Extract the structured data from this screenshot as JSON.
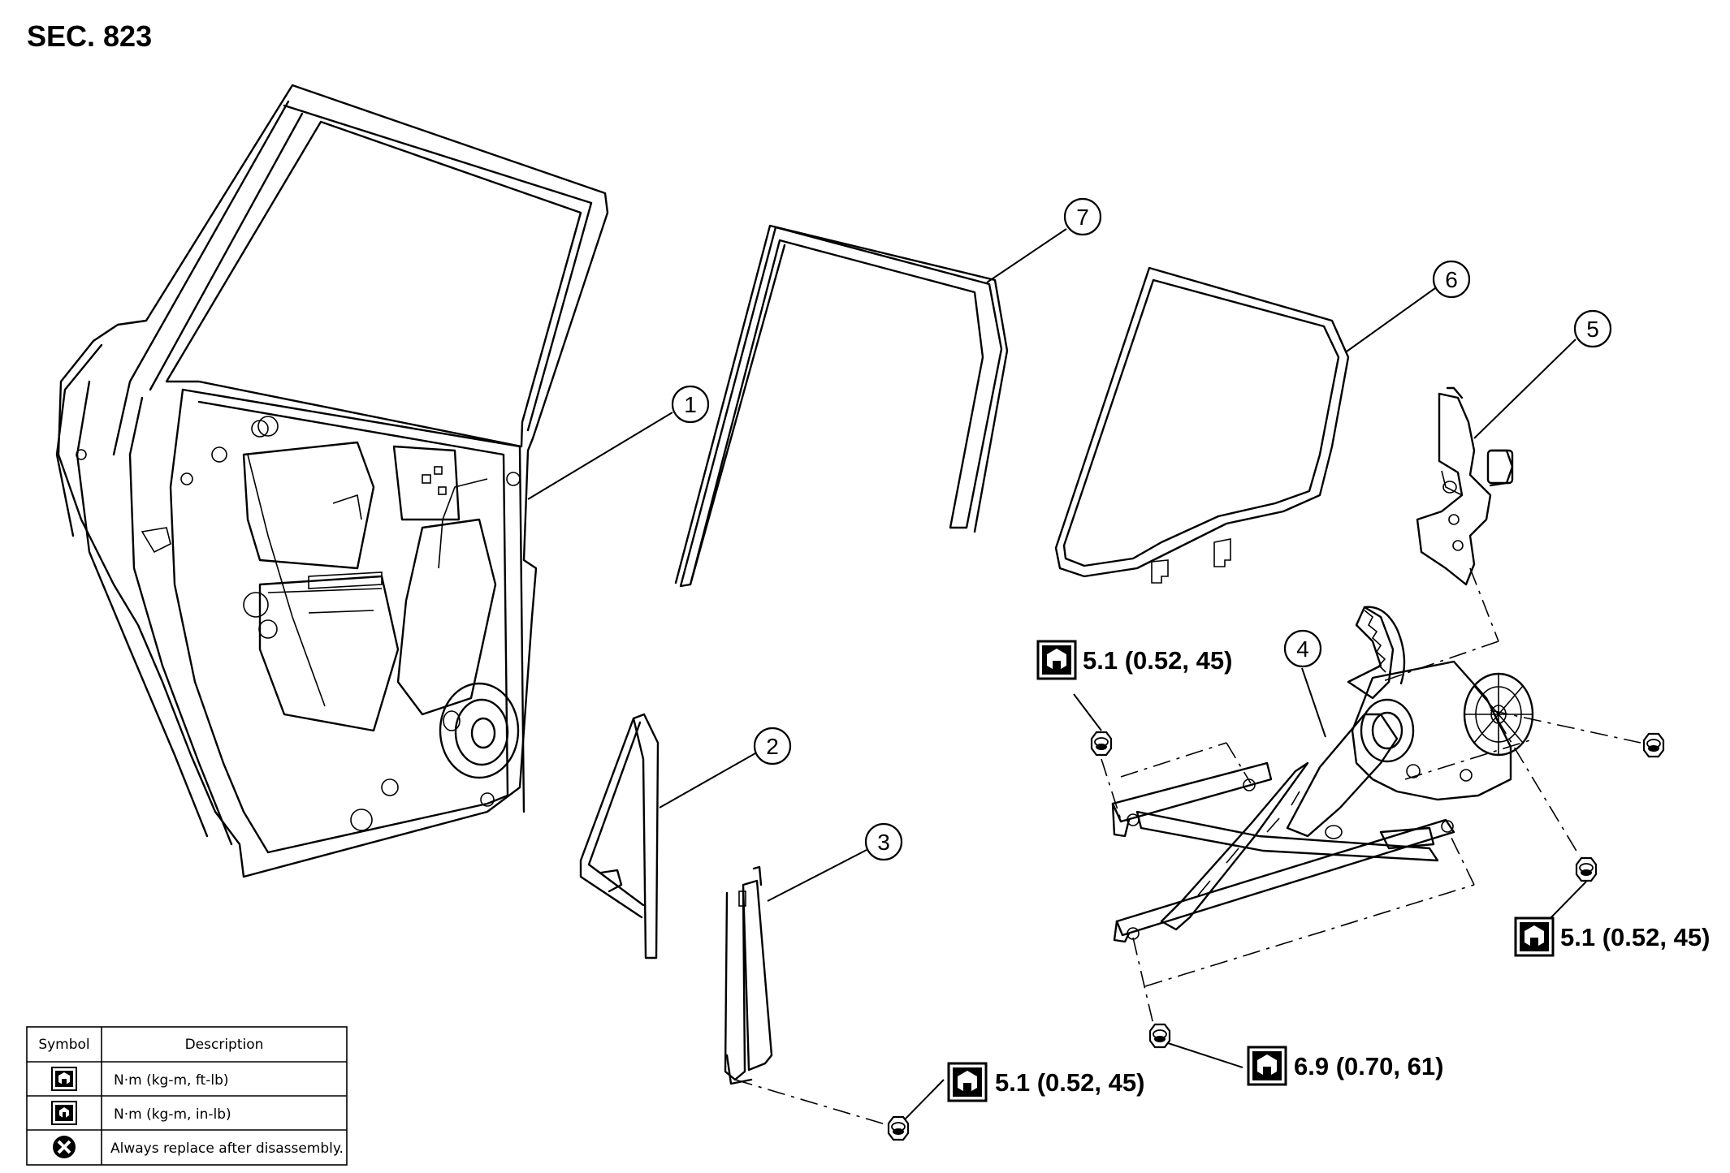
{
  "section_label": "SEC. 823",
  "callouts": [
    {
      "id": "1",
      "label": "1"
    },
    {
      "id": "2",
      "label": "2"
    },
    {
      "id": "3",
      "label": "3"
    },
    {
      "id": "4",
      "label": "4"
    },
    {
      "id": "5",
      "label": "5"
    },
    {
      "id": "6",
      "label": "6"
    },
    {
      "id": "7",
      "label": "7"
    }
  ],
  "torque_specs": [
    {
      "label": "5.1 (0.52, 45)",
      "symbol": "torque-ft-lb"
    },
    {
      "label": "5.1 (0.52, 45)",
      "symbol": "torque-ft-lb"
    },
    {
      "label": "6.9 (0.70, 61)",
      "symbol": "torque-ft-lb"
    },
    {
      "label": "5.1 (0.52, 45)",
      "symbol": "torque-ft-lb"
    }
  ],
  "legend": {
    "header_symbol": "Symbol",
    "header_description": "Description",
    "rows": [
      {
        "symbol": "torque-ft-lb-icon",
        "description": "N·m (kg-m, ft-lb)"
      },
      {
        "symbol": "torque-in-lb-icon",
        "description": "N·m (kg-m, in-lb)"
      },
      {
        "symbol": "replace-icon",
        "description": "Always replace after disassembly."
      }
    ]
  }
}
